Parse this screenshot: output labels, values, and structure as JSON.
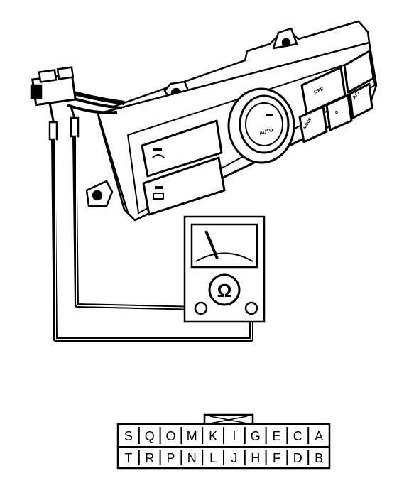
{
  "control_panel": {
    "knob_label": "AUTO",
    "button_labels": [
      "OFF",
      "ᴍᴏᴅᴇ",
      "ᴅ",
      "A/C"
    ]
  },
  "meter": {
    "symbol": "Ω"
  },
  "connector": {
    "top_row": [
      "S",
      "Q",
      "O",
      "M",
      "K",
      "I",
      "G",
      "E",
      "C",
      "A"
    ],
    "bottom_row": [
      "T",
      "R",
      "P",
      "N",
      "L",
      "J",
      "H",
      "F",
      "D",
      "B"
    ]
  }
}
